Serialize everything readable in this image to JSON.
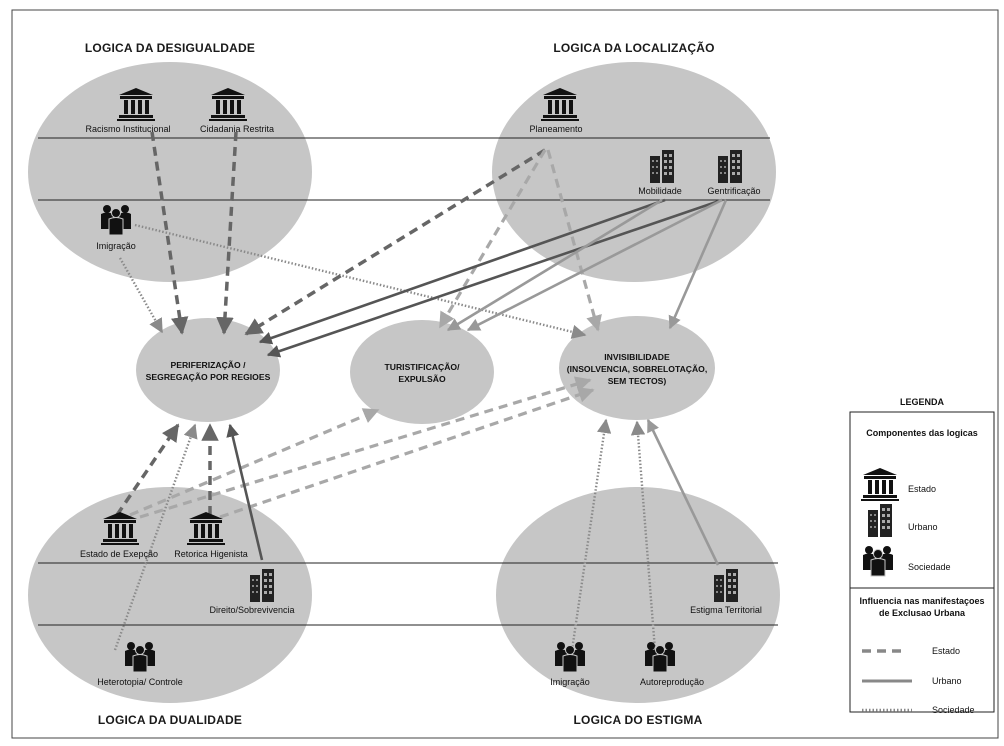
{
  "logics": {
    "desigualdade": {
      "title": "LOGICA DA DESIGUALDADE",
      "items": {
        "racismo": "Racismo  Institucional",
        "cidadania": "Cidadania Restrita",
        "imigracao": "Imigração"
      }
    },
    "localizacao": {
      "title": "LOGICA DA LOCALIZAÇÃO",
      "items": {
        "planeamento": "Planeamento",
        "mobilidade": "Mobilidade",
        "gentrificacao": "Gentrificação"
      }
    },
    "dualidade": {
      "title": "LOGICA DA DUALIDADE",
      "items": {
        "estado_excecao": "Estado de Exepção",
        "retorica": "Retorica Higenista",
        "direito": "Direito/Sobrevivencia",
        "heterotopia": "Heterotopia/ Controle"
      }
    },
    "estigma": {
      "title": "LOGICA DO ESTIGMA",
      "items": {
        "estigma_territorial": "Estigma Territorial",
        "imigracao": "Imigração",
        "autoreproducao": "Autoreprodução"
      }
    }
  },
  "manifestations": {
    "periferizacao": {
      "line1": "PERIFERIZAÇÃO /",
      "line2": "SEGREGAÇÃO POR REGIOES"
    },
    "turistificacao": {
      "line1": "TURISTIFICAÇÃO/",
      "line2": "EXPULSÃO"
    },
    "invisibilidade": {
      "line1": "INVISIBILIDADE",
      "line2": "(INSOLVENCIA, SOBRELOTAÇÃO,",
      "line3": "SEM TECTOS)"
    }
  },
  "legend": {
    "title": "LEGENDA",
    "components_title": "Componentes das logicas",
    "components": {
      "estado": "Estado",
      "urbano": "Urbano",
      "sociedade": "Sociedade"
    },
    "influence_title_1": "Influencia nas manifestaçoes",
    "influence_title_2": "de Exclusao Urbana",
    "influence": {
      "estado": "Estado",
      "urbano": "Urbano",
      "sociedade": "Sociedade"
    }
  },
  "icons": {
    "estado": "government-building-icon",
    "urbano": "city-buildings-icon",
    "sociedade": "people-group-icon"
  },
  "colors": {
    "ellipse_fill": "#c6c6c6",
    "line_state_dark": "#666666",
    "line_state_light": "#a8a8a8",
    "line_urban_dark": "#555555",
    "line_urban_light": "#999999",
    "line_society": "#8a8a8a"
  }
}
